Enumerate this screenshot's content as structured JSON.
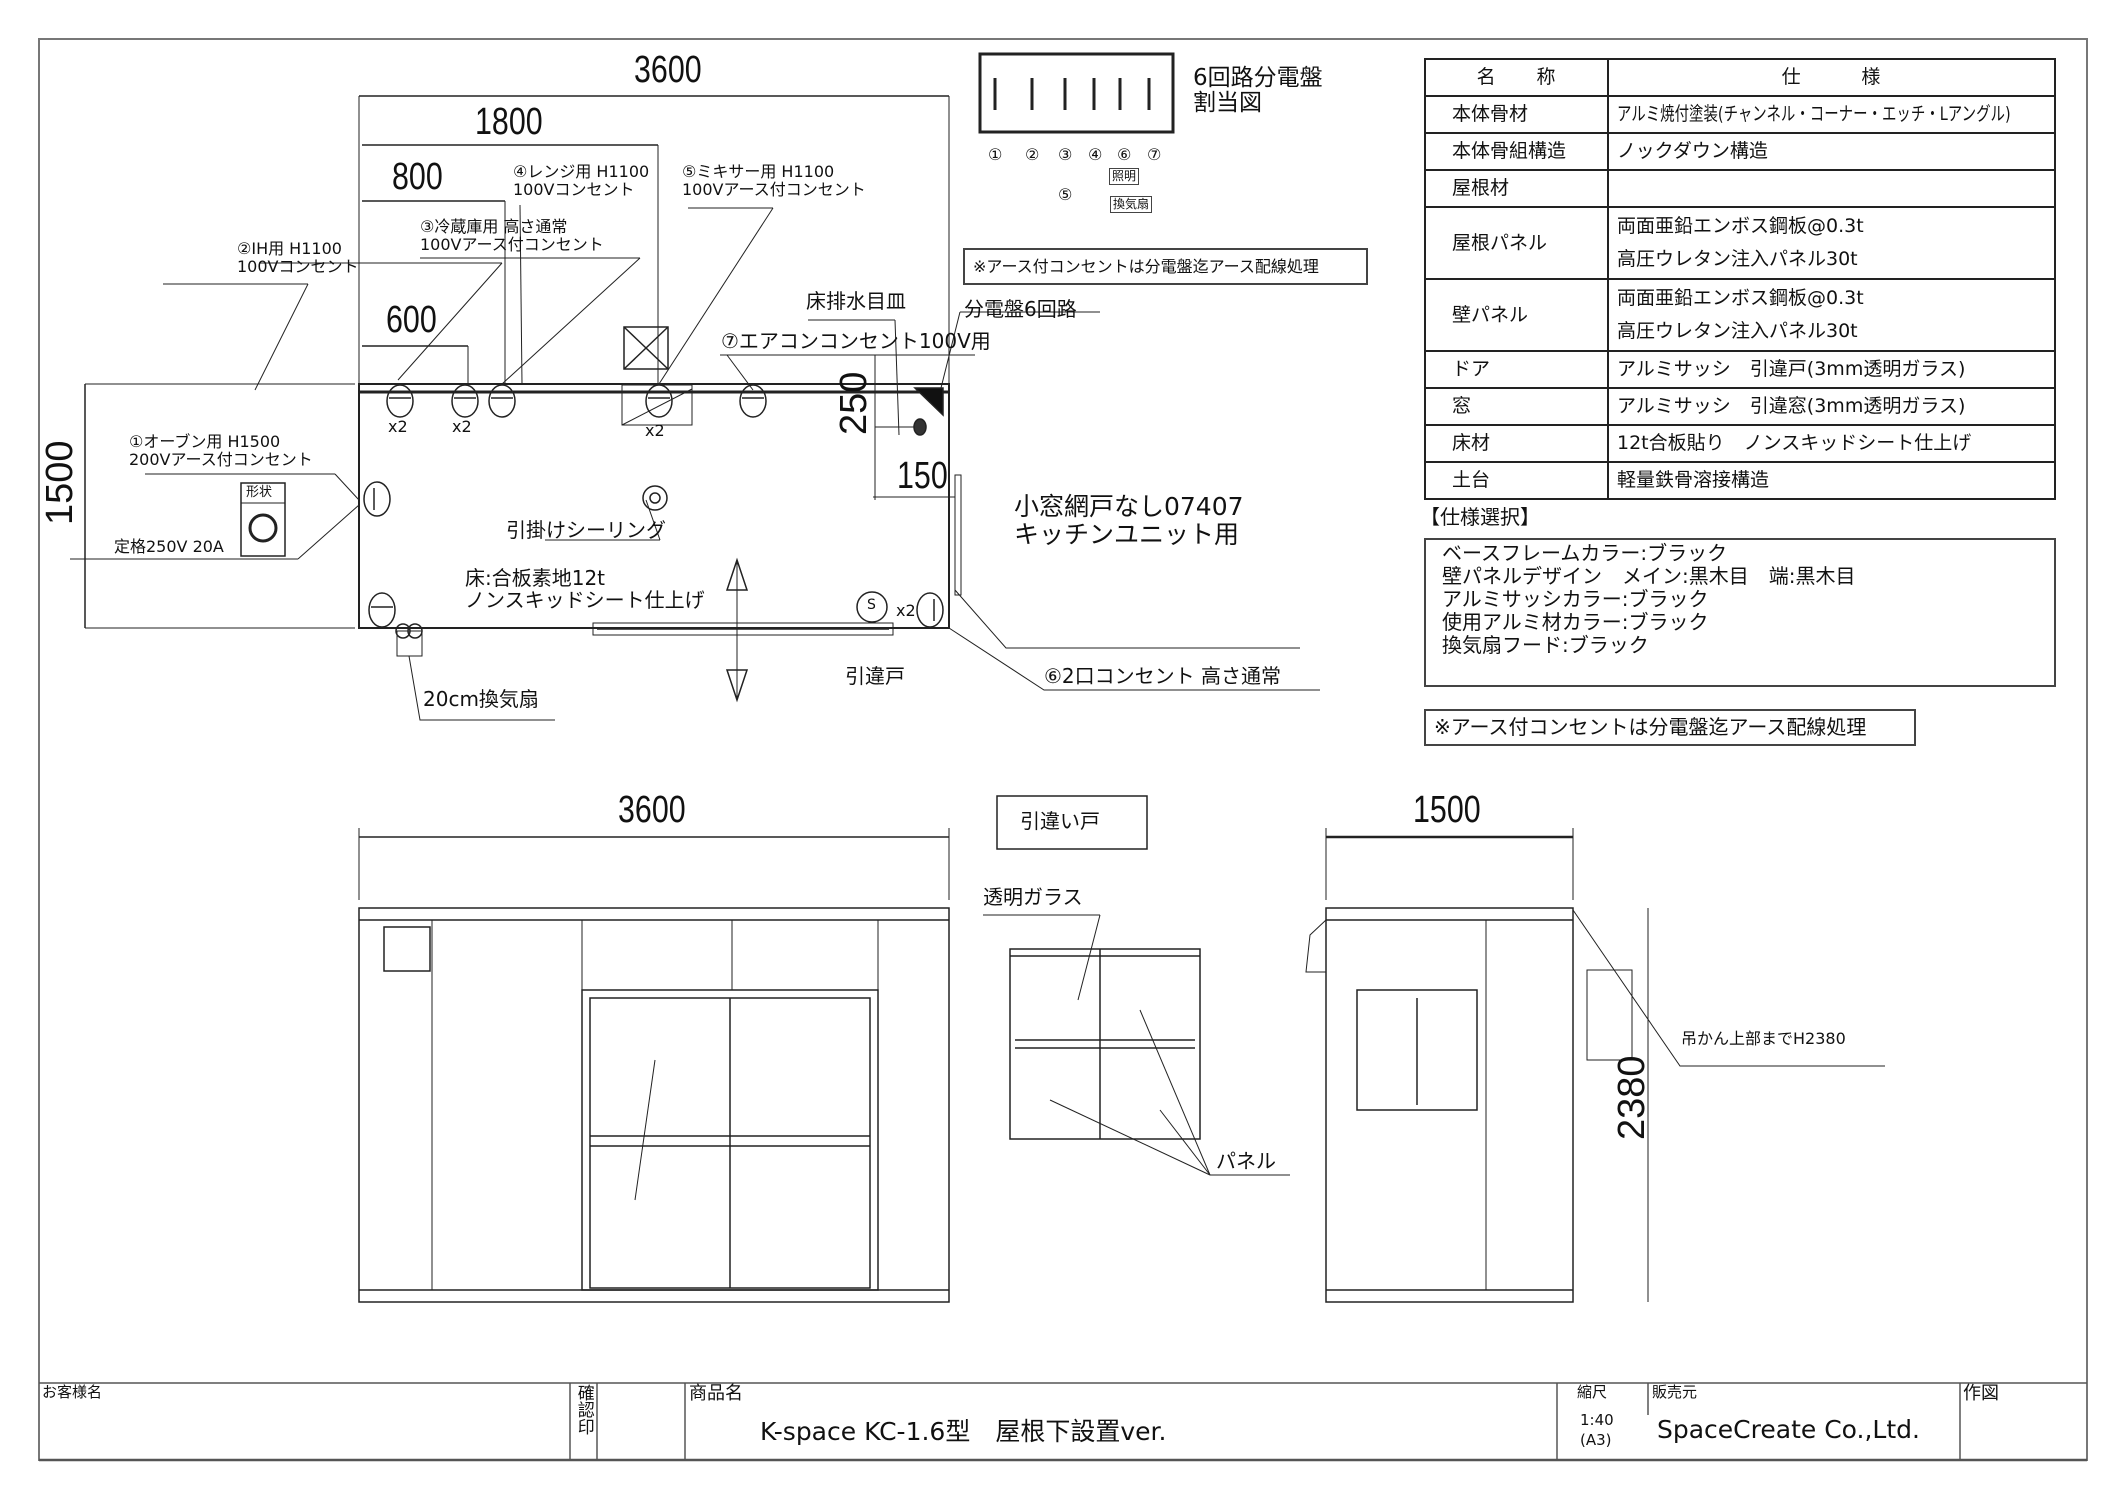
{
  "plan": {
    "dim_3600": "3600",
    "dim_1800": "1800",
    "dim_800": "800",
    "dim_600": "600",
    "dim_1500": "1500",
    "dim_250": "250",
    "dim_150": "150",
    "label_range": [
      "④レンジ用 H1100",
      "100Vコンセント"
    ],
    "label_mixer": [
      "⑤ミキサー用 H1100",
      "100Vアース付コンセント"
    ],
    "label_fridge": [
      "③冷蔵庫用 高さ通常",
      "100Vアース付コンセント"
    ],
    "label_ih": [
      "②IH用 H1100",
      "100Vコンセント"
    ],
    "label_drain": "床排水目皿",
    "label_panel": "分電盤6回路",
    "label_aircon": "⑦エアコンコンセント100V用",
    "label_window": [
      "小窓網戸なし07407",
      "キッチンユニット用"
    ],
    "label_oven": [
      "①オーブン用 H1500",
      "200Vアース付コンセント"
    ],
    "shape_label": "形状",
    "rating": "定格250V 20A",
    "label_ceiling": "引掛けシーリング",
    "label_floor": [
      "床:合板素地12t",
      "ノンスキッドシート仕上げ"
    ],
    "x2": [
      "x2",
      "x2",
      "x2",
      "x2"
    ],
    "socket_s": "S",
    "label_fan": "20cm換気扇",
    "label_door": "引違戸",
    "label_outlet6": "⑥2口コンセント 高さ通常"
  },
  "panel": {
    "title": [
      "6回路分電盤",
      "割当図"
    ],
    "circuits": [
      "①",
      "②",
      "③",
      "④",
      "⑥",
      "⑦"
    ],
    "circuit5": "⑤",
    "lighting": "照明",
    "fan": "換気扇",
    "note": "※アース付コンセントは分電盤迄アース配線処理"
  },
  "spec_table": {
    "headers": [
      "名　　称",
      "仕　　　様"
    ],
    "rows": [
      {
        "name": "本体骨材",
        "spec": [
          "アルミ焼付塗装(チャンネル・コーナー・エッチ・Lアングル)"
        ]
      },
      {
        "name": "本体骨組構造",
        "spec": [
          "ノックダウン構造"
        ]
      },
      {
        "name": "屋根材",
        "spec": [
          ""
        ]
      },
      {
        "name": "屋根パネル",
        "spec": [
          "両面亜鉛エンボス鋼板@0.3t",
          "高圧ウレタン注入パネル30t"
        ]
      },
      {
        "name": "壁パネル",
        "spec": [
          "両面亜鉛エンボス鋼板@0.3t",
          "高圧ウレタン注入パネル30t"
        ]
      },
      {
        "name": "ドア",
        "spec": [
          "アルミサッシ　引違戸(3mm透明ガラス)"
        ]
      },
      {
        "name": "窓",
        "spec": [
          "アルミサッシ　引違窓(3mm透明ガラス)"
        ]
      },
      {
        "name": "床材",
        "spec": [
          "12t合板貼り　ノンスキッドシート仕上げ"
        ]
      },
      {
        "name": "土台",
        "spec": [
          "軽量鉄骨溶接構造"
        ]
      }
    ]
  },
  "options": {
    "title": "【仕様選択】",
    "items": [
      "ベースフレームカラー:ブラック",
      "壁パネルデザイン　メイン:黒木目　端:黒木目",
      "アルミサッシカラー:ブラック",
      "使用アルミ材カラー:ブラック",
      "換気扇フード:ブラック"
    ],
    "note": "※アース付コンセントは分電盤迄アース配線処理"
  },
  "elevation": {
    "front_dim": "3600",
    "door_label": "引違い戸",
    "glass_label": "透明ガラス",
    "panel_label": "パネル",
    "side_dim": "1500",
    "height_dim": "2380",
    "hanger_label": "吊かん上部までH2380"
  },
  "title_block": {
    "customer_label": "お客様名",
    "confirm_label": "確認印",
    "product_label": "商品名",
    "product_name": "K-space KC-1.6型　屋根下設置ver.",
    "scale_label": "縮尺",
    "scale_value": "1:40",
    "paper_size": "(A3)",
    "seller_label": "販売元",
    "seller_name": "SpaceCreate Co.,Ltd.",
    "drawn_label": "作図"
  }
}
